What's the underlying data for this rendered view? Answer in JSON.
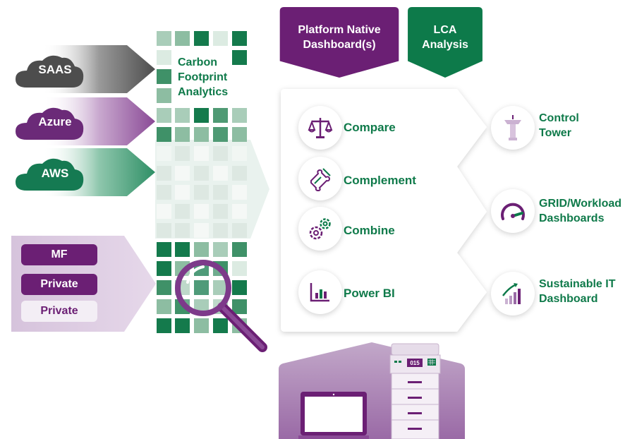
{
  "sources": {
    "clouds": [
      {
        "label": "SAAS",
        "color": "#4d4d4d"
      },
      {
        "label": "Azure",
        "color": "#6b2a78"
      },
      {
        "label": "AWS",
        "color": "#157a52"
      }
    ],
    "on_prem": [
      "MF",
      "Private",
      "Private"
    ]
  },
  "carbon_footprint": {
    "line1": "Carbon",
    "line2": "Footprint",
    "line3": "Analytics"
  },
  "top_tabs": {
    "platform": {
      "line1": "Platform Native",
      "line2": "Dashboard(s)",
      "color": "#6b1f74"
    },
    "lca": {
      "line1": "LCA",
      "line2": "Analysis",
      "color": "#0d7a4a"
    }
  },
  "steps": [
    {
      "label": "Compare",
      "icon": "scales-icon"
    },
    {
      "label": "Complement",
      "icon": "puzzle-icon"
    },
    {
      "label": "Combine",
      "icon": "gears-icon"
    },
    {
      "label": "Power BI",
      "icon": "bar-chart-icon"
    }
  ],
  "outputs": [
    {
      "line1": "Control",
      "line2": "Tower",
      "icon": "control-tower-icon"
    },
    {
      "line1": "GRID/Workload",
      "line2": "Dashboards",
      "icon": "gauge-icon"
    },
    {
      "line1": "Sustainable IT",
      "line2": "Dashboard",
      "icon": "growth-chart-icon"
    }
  ],
  "devices": {
    "printer_display": "015"
  },
  "colors": {
    "green": "#0f7a4a",
    "purple": "#6b1f74",
    "dark_gray": "#4d4d4d",
    "light_purple": "#d8c8dc"
  }
}
